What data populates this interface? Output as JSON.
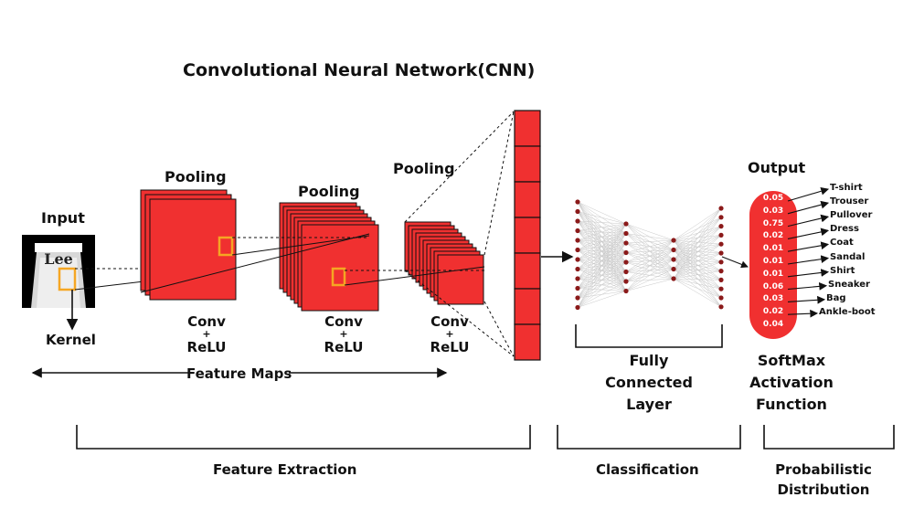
{
  "title": "Convolutional Neural Network(CNN)",
  "labels": {
    "input": "Input",
    "kernel": "Kernel",
    "pooling1": "Pooling",
    "pooling2": "Pooling",
    "pooling3": "Pooling",
    "conv1": "Conv",
    "conv2": "Conv",
    "conv3": "Conv",
    "plus": "+",
    "relu": "ReLU",
    "feature_maps": "Feature Maps",
    "fully_connected": [
      "Fully",
      "Connected",
      "Layer"
    ],
    "output": "Output",
    "softmax": [
      "SoftMax",
      "Activation",
      "Function"
    ],
    "feature_extraction": "Feature Extraction",
    "classification": "Classification",
    "probabilistic": [
      "Probabilistic",
      "Distribution"
    ]
  },
  "input_image_text": "Lee",
  "outputs": [
    {
      "prob": "0.05",
      "class": "T-shirt"
    },
    {
      "prob": "0.03",
      "class": "Trouser"
    },
    {
      "prob": "0.75",
      "class": "Pullover"
    },
    {
      "prob": "0.02",
      "class": "Dress"
    },
    {
      "prob": "0.01",
      "class": "Coat"
    },
    {
      "prob": "0.01",
      "class": "Sandal"
    },
    {
      "prob": "0.01",
      "class": "Shirt"
    },
    {
      "prob": "0.06",
      "class": "Sneaker"
    },
    {
      "prob": "0.03",
      "class": "Bag"
    },
    {
      "prob": "0.02",
      "class": "Ankle-boot"
    },
    {
      "prob": "0.04",
      "class": ""
    }
  ],
  "colors": {
    "red": "#f03030",
    "kernel": "#f5a623",
    "neuron": "#8b1a1a",
    "ink": "#111111"
  }
}
